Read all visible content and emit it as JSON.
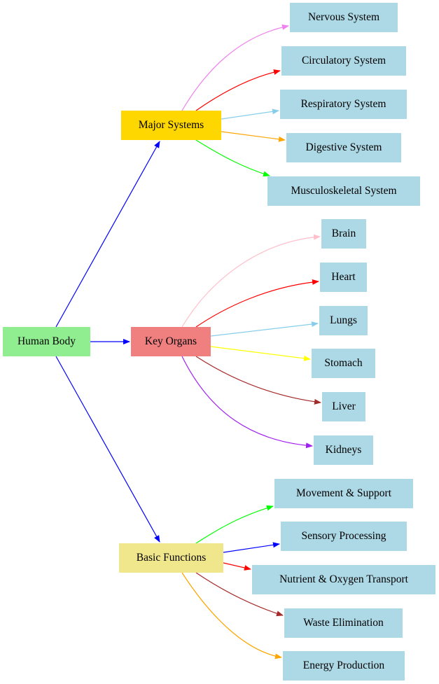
{
  "colors": {
    "root": "#90ee90",
    "major_systems": "#ffd700",
    "key_organs": "#f08080",
    "basic_functions": "#f0e68c",
    "leaf": "#add8e6"
  },
  "nodes": {
    "root": "Human Body",
    "major_systems": "Major Systems",
    "key_organs": "Key Organs",
    "basic_functions": "Basic Functions",
    "nervous": "Nervous System",
    "circulatory": "Circulatory System",
    "respiratory": "Respiratory System",
    "digestive": "Digestive System",
    "musculoskeletal": "Musculoskeletal System",
    "brain": "Brain",
    "heart": "Heart",
    "lungs": "Lungs",
    "stomach": "Stomach",
    "liver": "Liver",
    "kidneys": "Kidneys",
    "movement": "Movement & Support",
    "sensory": "Sensory Processing",
    "nutrient": "Nutrient & Oxygen Transport",
    "waste": "Waste Elimination",
    "energy": "Energy Production"
  },
  "edges": [
    {
      "from": "root",
      "to": "major_systems",
      "color": "#0000ff"
    },
    {
      "from": "root",
      "to": "key_organs",
      "color": "#0000ff"
    },
    {
      "from": "root",
      "to": "basic_functions",
      "color": "#0000ff"
    },
    {
      "from": "major_systems",
      "to": "nervous",
      "color": "#ee82ee"
    },
    {
      "from": "major_systems",
      "to": "circulatory",
      "color": "#ff0000"
    },
    {
      "from": "major_systems",
      "to": "respiratory",
      "color": "#87ceeb"
    },
    {
      "from": "major_systems",
      "to": "digestive",
      "color": "#ffa500"
    },
    {
      "from": "major_systems",
      "to": "musculoskeletal",
      "color": "#00ff00"
    },
    {
      "from": "key_organs",
      "to": "brain",
      "color": "#ffc0cb"
    },
    {
      "from": "key_organs",
      "to": "heart",
      "color": "#ff0000"
    },
    {
      "from": "key_organs",
      "to": "lungs",
      "color": "#87ceeb"
    },
    {
      "from": "key_organs",
      "to": "stomach",
      "color": "#ffff00"
    },
    {
      "from": "key_organs",
      "to": "liver",
      "color": "#a52a2a"
    },
    {
      "from": "key_organs",
      "to": "kidneys",
      "color": "#a020f0"
    },
    {
      "from": "basic_functions",
      "to": "movement",
      "color": "#00ff00"
    },
    {
      "from": "basic_functions",
      "to": "sensory",
      "color": "#0000ff"
    },
    {
      "from": "basic_functions",
      "to": "nutrient",
      "color": "#ff0000"
    },
    {
      "from": "basic_functions",
      "to": "waste",
      "color": "#a52a2a"
    },
    {
      "from": "basic_functions",
      "to": "energy",
      "color": "#ffa500"
    }
  ]
}
